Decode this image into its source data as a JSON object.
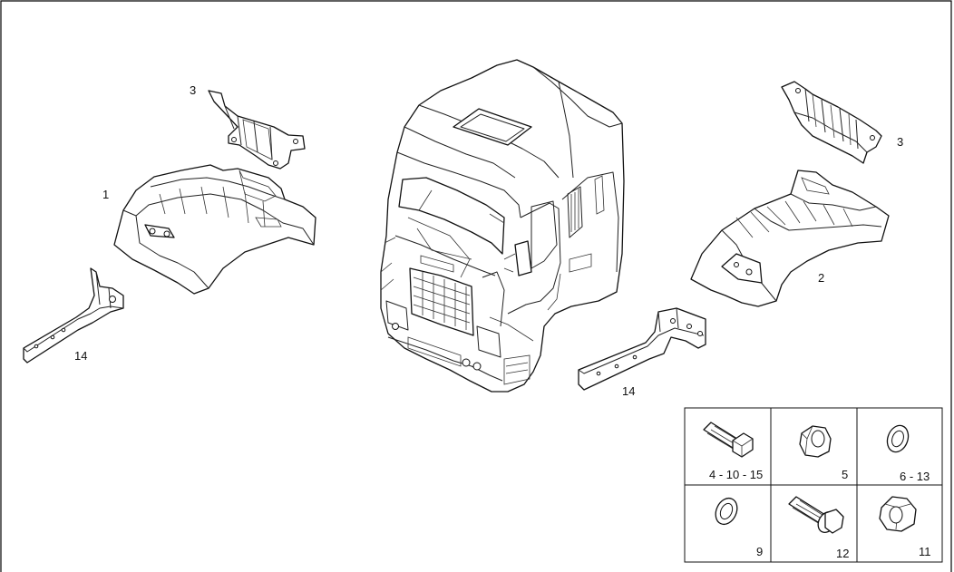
{
  "callouts": {
    "bracket_left_top": "3",
    "fender_left": "1",
    "support_left": "14",
    "bracket_right_top": "3",
    "fender_right": "2",
    "support_right": "14"
  },
  "hardware_legend": {
    "cells": [
      {
        "label": "4 - 10 - 15",
        "icon": "screw-icon"
      },
      {
        "label": "5",
        "icon": "hex-nut-icon"
      },
      {
        "label": "6 - 13",
        "icon": "washer-icon"
      },
      {
        "label": "9",
        "icon": "washer-icon"
      },
      {
        "label": "12",
        "icon": "flange-screw-icon"
      },
      {
        "label": "11",
        "icon": "flange-nut-icon"
      }
    ]
  }
}
